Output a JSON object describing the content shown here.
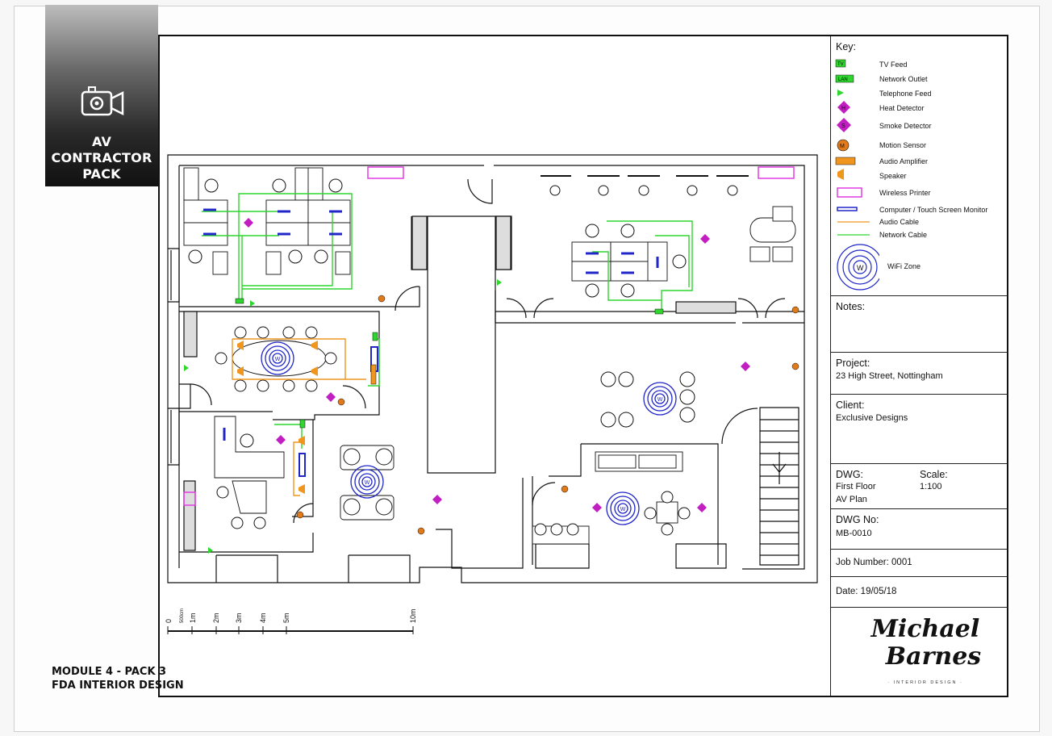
{
  "banner": {
    "line1": "AV",
    "line2": "CONTRACTOR",
    "line3": "PACK"
  },
  "module": {
    "line1": "MODULE 4 - PACK 3",
    "line2": "FDA INTERIOR DESIGN"
  },
  "key": {
    "heading": "Key:",
    "items": [
      {
        "label": "TV Feed",
        "symbol": "tv-feed",
        "tag": "TV"
      },
      {
        "label": "Network Outlet",
        "symbol": "network-outlet",
        "tag": "LAN"
      },
      {
        "label": "Telephone Feed",
        "symbol": "telephone-feed"
      },
      {
        "label": "Heat Detector",
        "symbol": "heat-detector",
        "tag": "H"
      },
      {
        "label": "Smoke Detector",
        "symbol": "smoke-detector",
        "tag": "S"
      },
      {
        "label": "Motion Sensor",
        "symbol": "motion-sensor",
        "tag": "M"
      },
      {
        "label": "Audio Amplifier",
        "symbol": "audio-amplifier"
      },
      {
        "label": "Speaker",
        "symbol": "speaker"
      },
      {
        "label": "Wireless Printer",
        "symbol": "wireless-printer"
      },
      {
        "label": "Computer / Touch Screen Monitor",
        "symbol": "monitor"
      },
      {
        "label": "Audio Cable",
        "symbol": "audio-cable"
      },
      {
        "label": "Network Cable",
        "symbol": "network-cable"
      },
      {
        "label": "WiFi Zone",
        "symbol": "wifi-zone",
        "tag": "W"
      }
    ]
  },
  "titleblock": {
    "notes_label": "Notes:",
    "project_label": "Project:",
    "project_value": "23 High Street, Nottingham",
    "client_label": "Client:",
    "client_value": "Exclusive Designs",
    "dwg_label": "DWG:",
    "dwg_value_1": "First Floor",
    "dwg_value_2": "AV Plan",
    "scale_label": "Scale:",
    "scale_value": "1:100",
    "dwg_no_label": "DWG No:",
    "dwg_no_value": "MB-0010",
    "job_number": "Job Number: 0001",
    "date": "Date: 19/05/18"
  },
  "scale_bar": {
    "ticks": [
      "0",
      "500cm",
      "1m",
      "2m",
      "3m",
      "4m",
      "5m",
      "10m"
    ]
  },
  "signature": {
    "line1": "Michael",
    "line2": "Barnes",
    "sub": "· INTERIOR  DESIGN ·"
  },
  "symbols": {
    "tv_tag": "TV",
    "lan_tag": "LAN",
    "heat_tag": "H",
    "smoke_tag": "S",
    "motion_tag": "M",
    "wifi_tag": "W"
  },
  "colors": {
    "network": "#2ed62e",
    "audio": "#f0961e",
    "detector": "#c21fc2",
    "printer": "#e23be2",
    "monitor": "#2026c8",
    "motion": "#e07a1a",
    "wall": "#111111"
  }
}
